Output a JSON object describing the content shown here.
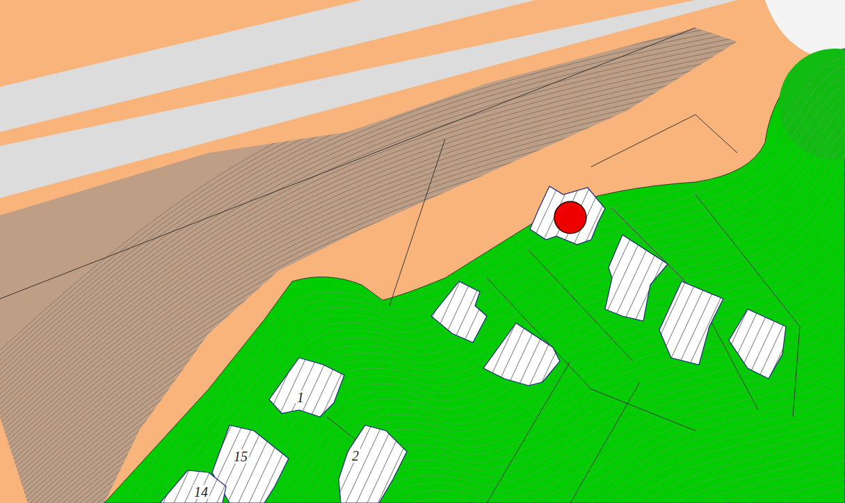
{
  "diagram": {
    "labels": [
      "1",
      "15",
      "2",
      "14"
    ]
  }
}
